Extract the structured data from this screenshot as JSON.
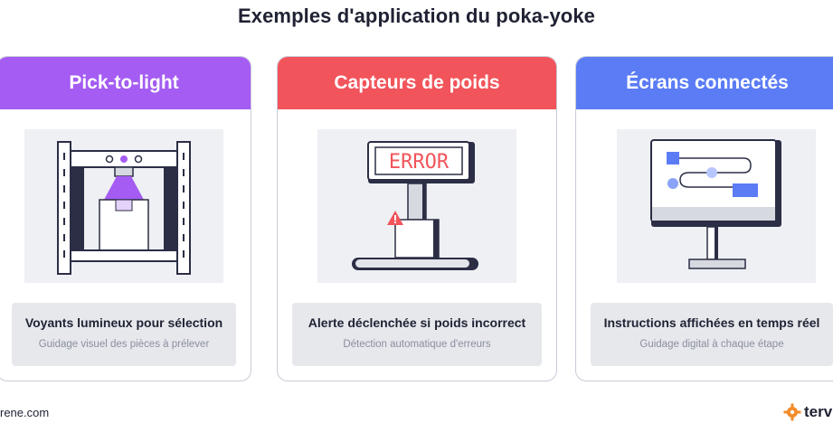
{
  "title": "Exemples d'application du poka-yoke",
  "colors": {
    "card1": "#a45cf2",
    "card2": "#f2545b",
    "card3": "#5b7cf5",
    "dark": "#2b2e45",
    "logo": "#f28c28"
  },
  "cards": [
    {
      "header": "Pick-to-light",
      "illustration": "shelf-with-light-icon",
      "caption_main": "Voyants lumineux pour sélection",
      "caption_sub": "Guidage visuel des pièces à prélever"
    },
    {
      "header": "Capteurs de poids",
      "illustration": "weighing-scale-icon",
      "screen_text": "ERROR",
      "caption_main": "Alerte déclenchée si poids incorrect",
      "caption_sub": "Détection automatique d'erreurs"
    },
    {
      "header": "Écrans connectés",
      "illustration": "monitor-flowchart-icon",
      "caption_main": "Instructions affichées en temps réel",
      "caption_sub": "Guidage digital à chaque étape"
    }
  ],
  "footer": {
    "left": "rene.com",
    "right": "terv"
  }
}
